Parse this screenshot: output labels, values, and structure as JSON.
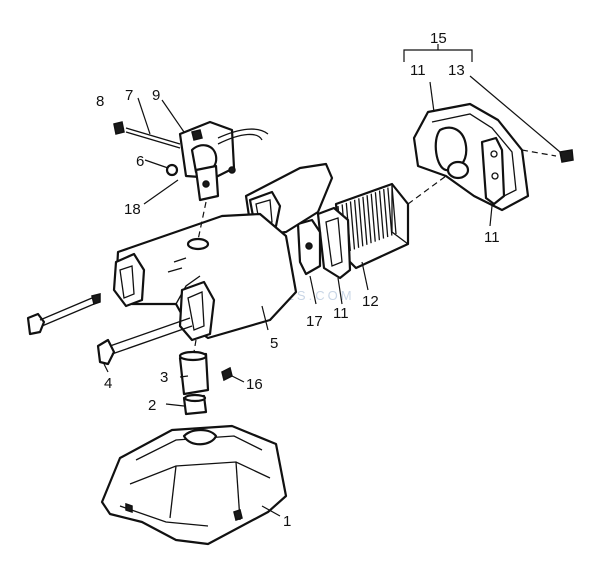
{
  "callouts": {
    "c1": "1",
    "c2": "2",
    "c3": "3",
    "c4": "4",
    "c5": "5",
    "c6": "6",
    "c7": "7",
    "c8": "8",
    "c9": "9",
    "c11a": "11",
    "c11b": "11",
    "c11c": "11",
    "c12": "12",
    "c13": "13",
    "c15": "15",
    "c16": "16",
    "c17": "17",
    "c18": "18"
  },
  "colors": {
    "line": "#111111",
    "background": "#ffffff",
    "watermark": "#c9d6e6"
  },
  "watermark": "INYOPOOLS.COM"
}
